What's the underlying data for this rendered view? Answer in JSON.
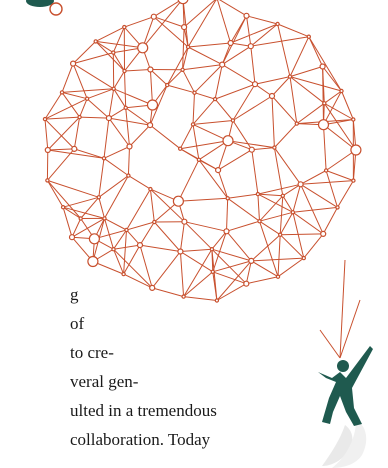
{
  "text_fragments": [
    "g",
    "of",
    "to cre-",
    "veral gen-",
    "ulted in a tremendous",
    "collaboration. Today"
  ],
  "colors": {
    "network_line": "#c8502e",
    "node_fill": "#ffffff",
    "figure": "#1f5a4f",
    "shadow": "#e6e6e6",
    "text": "#1a1a1a",
    "background": "#ffffff"
  }
}
